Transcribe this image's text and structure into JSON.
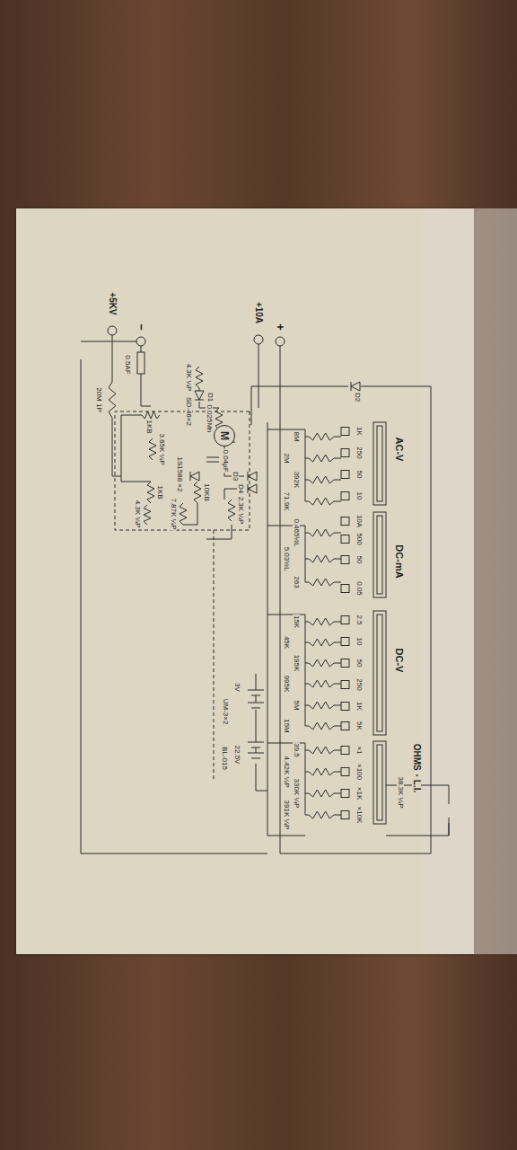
{
  "diagram": {
    "nodes": [
      {
        "text": [
          "M"
        ]
      }
    ],
    "labels": [
      "+5KV",
      "−",
      "+10A",
      "+",
      "0.5AF",
      "20M 1P",
      "4.3K ¼P",
      "D1",
      "SD-46×2",
      "0.025Mn",
      "D2",
      "1KB",
      "3.65K ¼P",
      "0.04μF",
      "D3",
      "D4",
      "1S1588 ×2",
      "1KB",
      "4.3K ¼P",
      "7.87K ¼P",
      "10KB",
      "2.3K ¼P",
      "AC-V",
      "1K",
      "250",
      "50",
      "10",
      "8M",
      "2M",
      "392K",
      "71.9K",
      "DC-mA",
      "10A",
      "500",
      "50",
      "0.05",
      "0.465½L",
      "5.03½L",
      "263",
      "DC-V",
      "2.5",
      "10",
      "50",
      "250",
      "1K",
      "5K",
      "15K",
      "45K",
      "195K",
      "995K",
      "5M",
      "15M",
      "3V",
      "UM-3×2",
      "22.5V",
      "BL-015",
      "OHMS・L.I.",
      "38.3K ¼P",
      "×1",
      "×100",
      "×1K",
      "×10K",
      "39.5",
      "4.42K ¼P",
      "330K ¼P",
      "391K ¼P"
    ]
  }
}
